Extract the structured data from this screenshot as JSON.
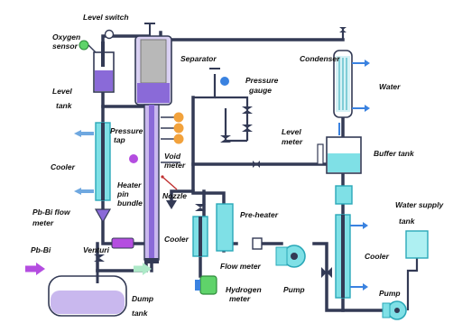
{
  "labels": {
    "level_switch": "Level switch",
    "oxygen_sensor_1": "Oxygen",
    "oxygen_sensor_2": "sensor",
    "level_tank_1": "Level",
    "level_tank_2": "tank",
    "separator": "Separator",
    "condenser": "Condenser",
    "pressure_gauge_1": "Pressure",
    "pressure_gauge_2": "gauge",
    "water": "Water",
    "pressure_tap_1": "Pressure",
    "pressure_tap_2": "tap",
    "level_meter_1": "Level",
    "level_meter_2": "meter",
    "buffer_tank": "Buffer tank",
    "cooler_left": "Cooler",
    "void_meter_1": "Void",
    "void_meter_2": "meter",
    "heater_pin_1": "Heater",
    "heater_pin_2": "pin",
    "heater_pin_3": "bundle",
    "pbbi_flow_1": "Pb-Bi flow",
    "pbbi_flow_2": "meter",
    "nozzle": "Nozzle",
    "pre_heater": "Pre-heater",
    "water_supply_1": "Water supply",
    "water_supply_2": "tank",
    "cooler_mid": "Cooler",
    "pbbi": "Pb-Bi",
    "venturi": "Venturi",
    "flow_meter": "Flow meter",
    "pump_mid": "Pump",
    "cooler_right": "Cooler",
    "dump_tank_1": "Dump",
    "dump_tank_2": "tank",
    "hydrogen_meter_1": "Hydrogen",
    "hydrogen_meter_2": "meter",
    "pump_right": "Pump"
  },
  "colors": {
    "purple": "#8a6ad8",
    "lavender": "#c9b8ee",
    "cyan": "#7fe0e6",
    "cyan_dark": "#2aa8b8",
    "pipe": "#333a55",
    "gray": "#b8b8b8",
    "orange": "#f2a23c",
    "green": "#5fd36a",
    "blue": "#3a82e0",
    "violet": "#b44de0",
    "mint": "#aee9c8"
  }
}
